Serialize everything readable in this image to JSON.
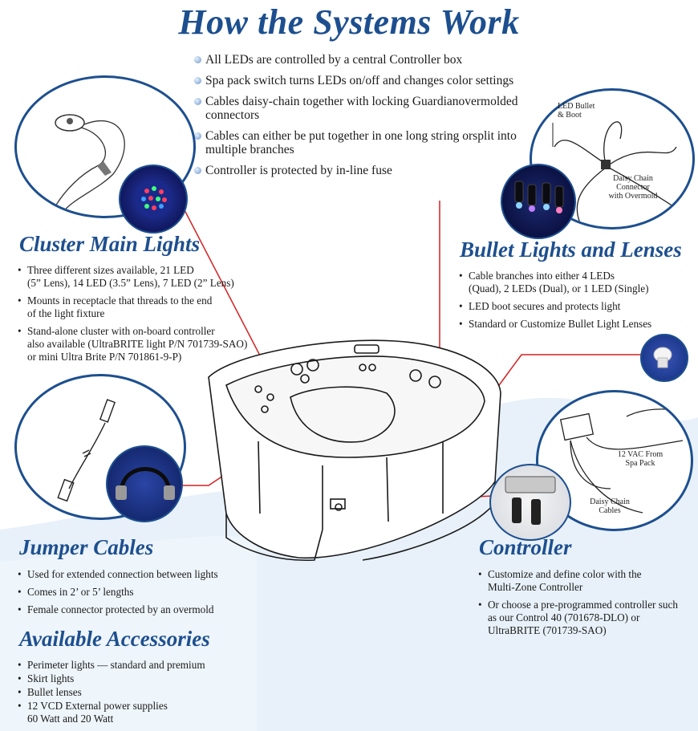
{
  "title": "How the Systems Work",
  "overview_bullets": [
    "All LEDs are controlled by a central Controller box",
    "Spa pack switch turns LEDs on/off and changes color settings",
    "Cables daisy-chain together with locking Guardian",
    "overmolded connectors",
    "Cables can either be put together in one long string or",
    "split into multiple branches",
    "Controller is protected by in-line fuse"
  ],
  "cluster": {
    "title": "Cluster Main Lights",
    "bullets": [
      [
        "Three different sizes available, 21 LED",
        "(5” Lens), 14 LED (3.5” Lens), 7 LED (2” Lens)"
      ],
      [
        "Mounts in receptacle that threads to the end",
        "of the light fixture"
      ],
      [
        "Stand-alone cluster with on-board controller",
        "also available (UltraBRITE light P/N 701739-SAO)",
        "or mini Ultra Brite P/N 701861-9-P)"
      ]
    ]
  },
  "bullet_lights": {
    "title": "Bullet Lights and Lenses",
    "bullets": [
      [
        "Cable branches into either 4 LEDs",
        "(Quad), 2 LEDs (Dual), or 1 LED (Single)"
      ],
      [
        "LED boot secures and protects light"
      ],
      [
        "Standard or Customize Bullet Light Lenses"
      ]
    ],
    "callout_led_1": "LED Bullet",
    "callout_led_2": "& Boot",
    "callout_daisy_1": "Daisy Chain",
    "callout_daisy_2": "Connector",
    "callout_daisy_3": "with Overmold"
  },
  "jumper": {
    "title": "Jumper Cables",
    "bullets": [
      [
        "Used for extended connection between lights"
      ],
      [
        "Comes in 2’ or 5’ lengths"
      ],
      [
        "Female connector protected by an overmold"
      ]
    ]
  },
  "accessories": {
    "title": "Available Accessories",
    "bullets": [
      [
        "Perimeter lights — standard and premium"
      ],
      [
        "Skirt lights"
      ],
      [
        "Bullet lenses"
      ],
      [
        "12 VCD External power supplies",
        "60 Watt and 20 Watt"
      ]
    ]
  },
  "controller": {
    "title": "Controller",
    "bullets": [
      [
        "Customize and define color with the",
        "Multi-Zone Controller"
      ],
      [
        "Or choose a pre-programmed controller such",
        "as our Control 40 (701678-DLO) or",
        "UltraBRITE (701739-SAO)"
      ]
    ],
    "callout_vac_1": "12 VAC From",
    "callout_vac_2": "Spa Pack",
    "callout_cables_1": "Daisy Chain",
    "callout_cables_2": "Cables"
  },
  "colors": {
    "brand_blue": "#1d4f8f",
    "accent_red": "#d42020",
    "wave": "#e8f1f9"
  }
}
